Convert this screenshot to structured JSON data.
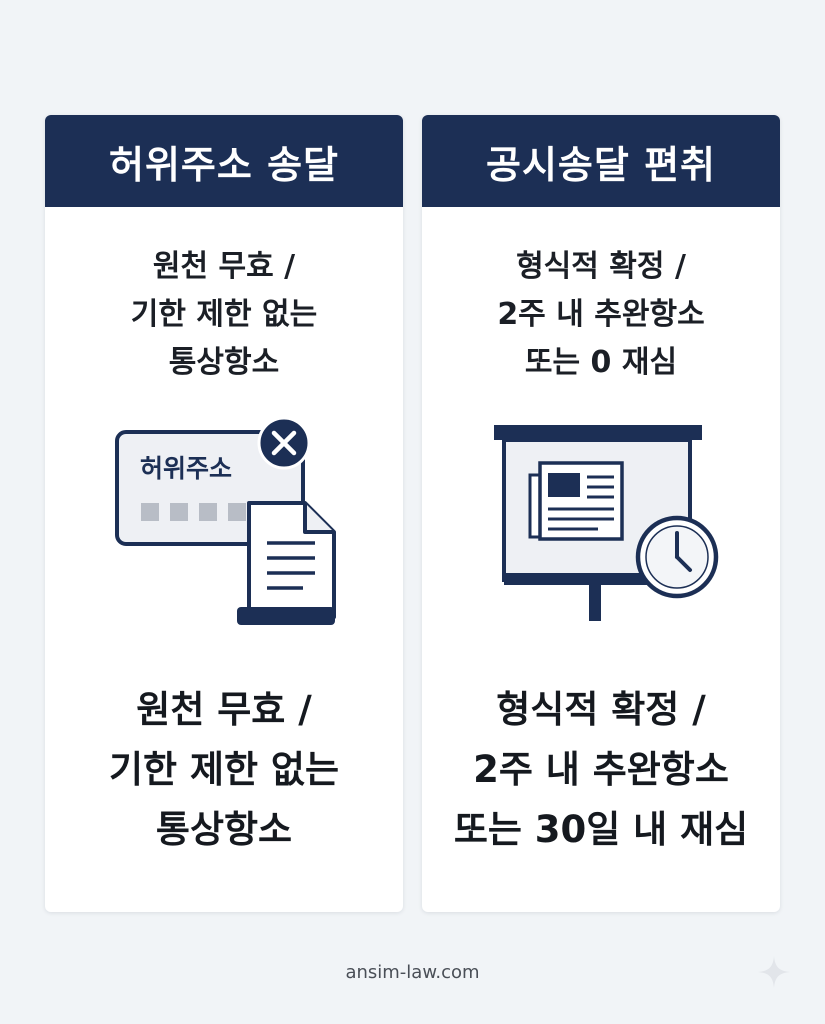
{
  "left_card": {
    "title": "허위주소 송달",
    "sub_lines": [
      "원천 무효 /",
      "기한 제한 없는",
      "통상항소"
    ],
    "illustration_label": "허위주소",
    "main_lines": [
      "원천 무효 /",
      "기한 제한 없는",
      "통상항소"
    ]
  },
  "right_card": {
    "title": "공시송달 편취",
    "sub_lines": [
      "형식적 확정 /",
      "2주 내 추완항소",
      "또는 0 재심"
    ],
    "main_lines": [
      "형식적 확정 /",
      "2주 내 추완항소",
      "또는 30일 내 재심"
    ]
  },
  "footer": {
    "site": "ansim-law.com"
  },
  "colors": {
    "navy": "#1c2f55",
    "card_bg": "#ffffff",
    "page_bg": "#f1f4f7",
    "panel_gray": "#eef0f4"
  }
}
